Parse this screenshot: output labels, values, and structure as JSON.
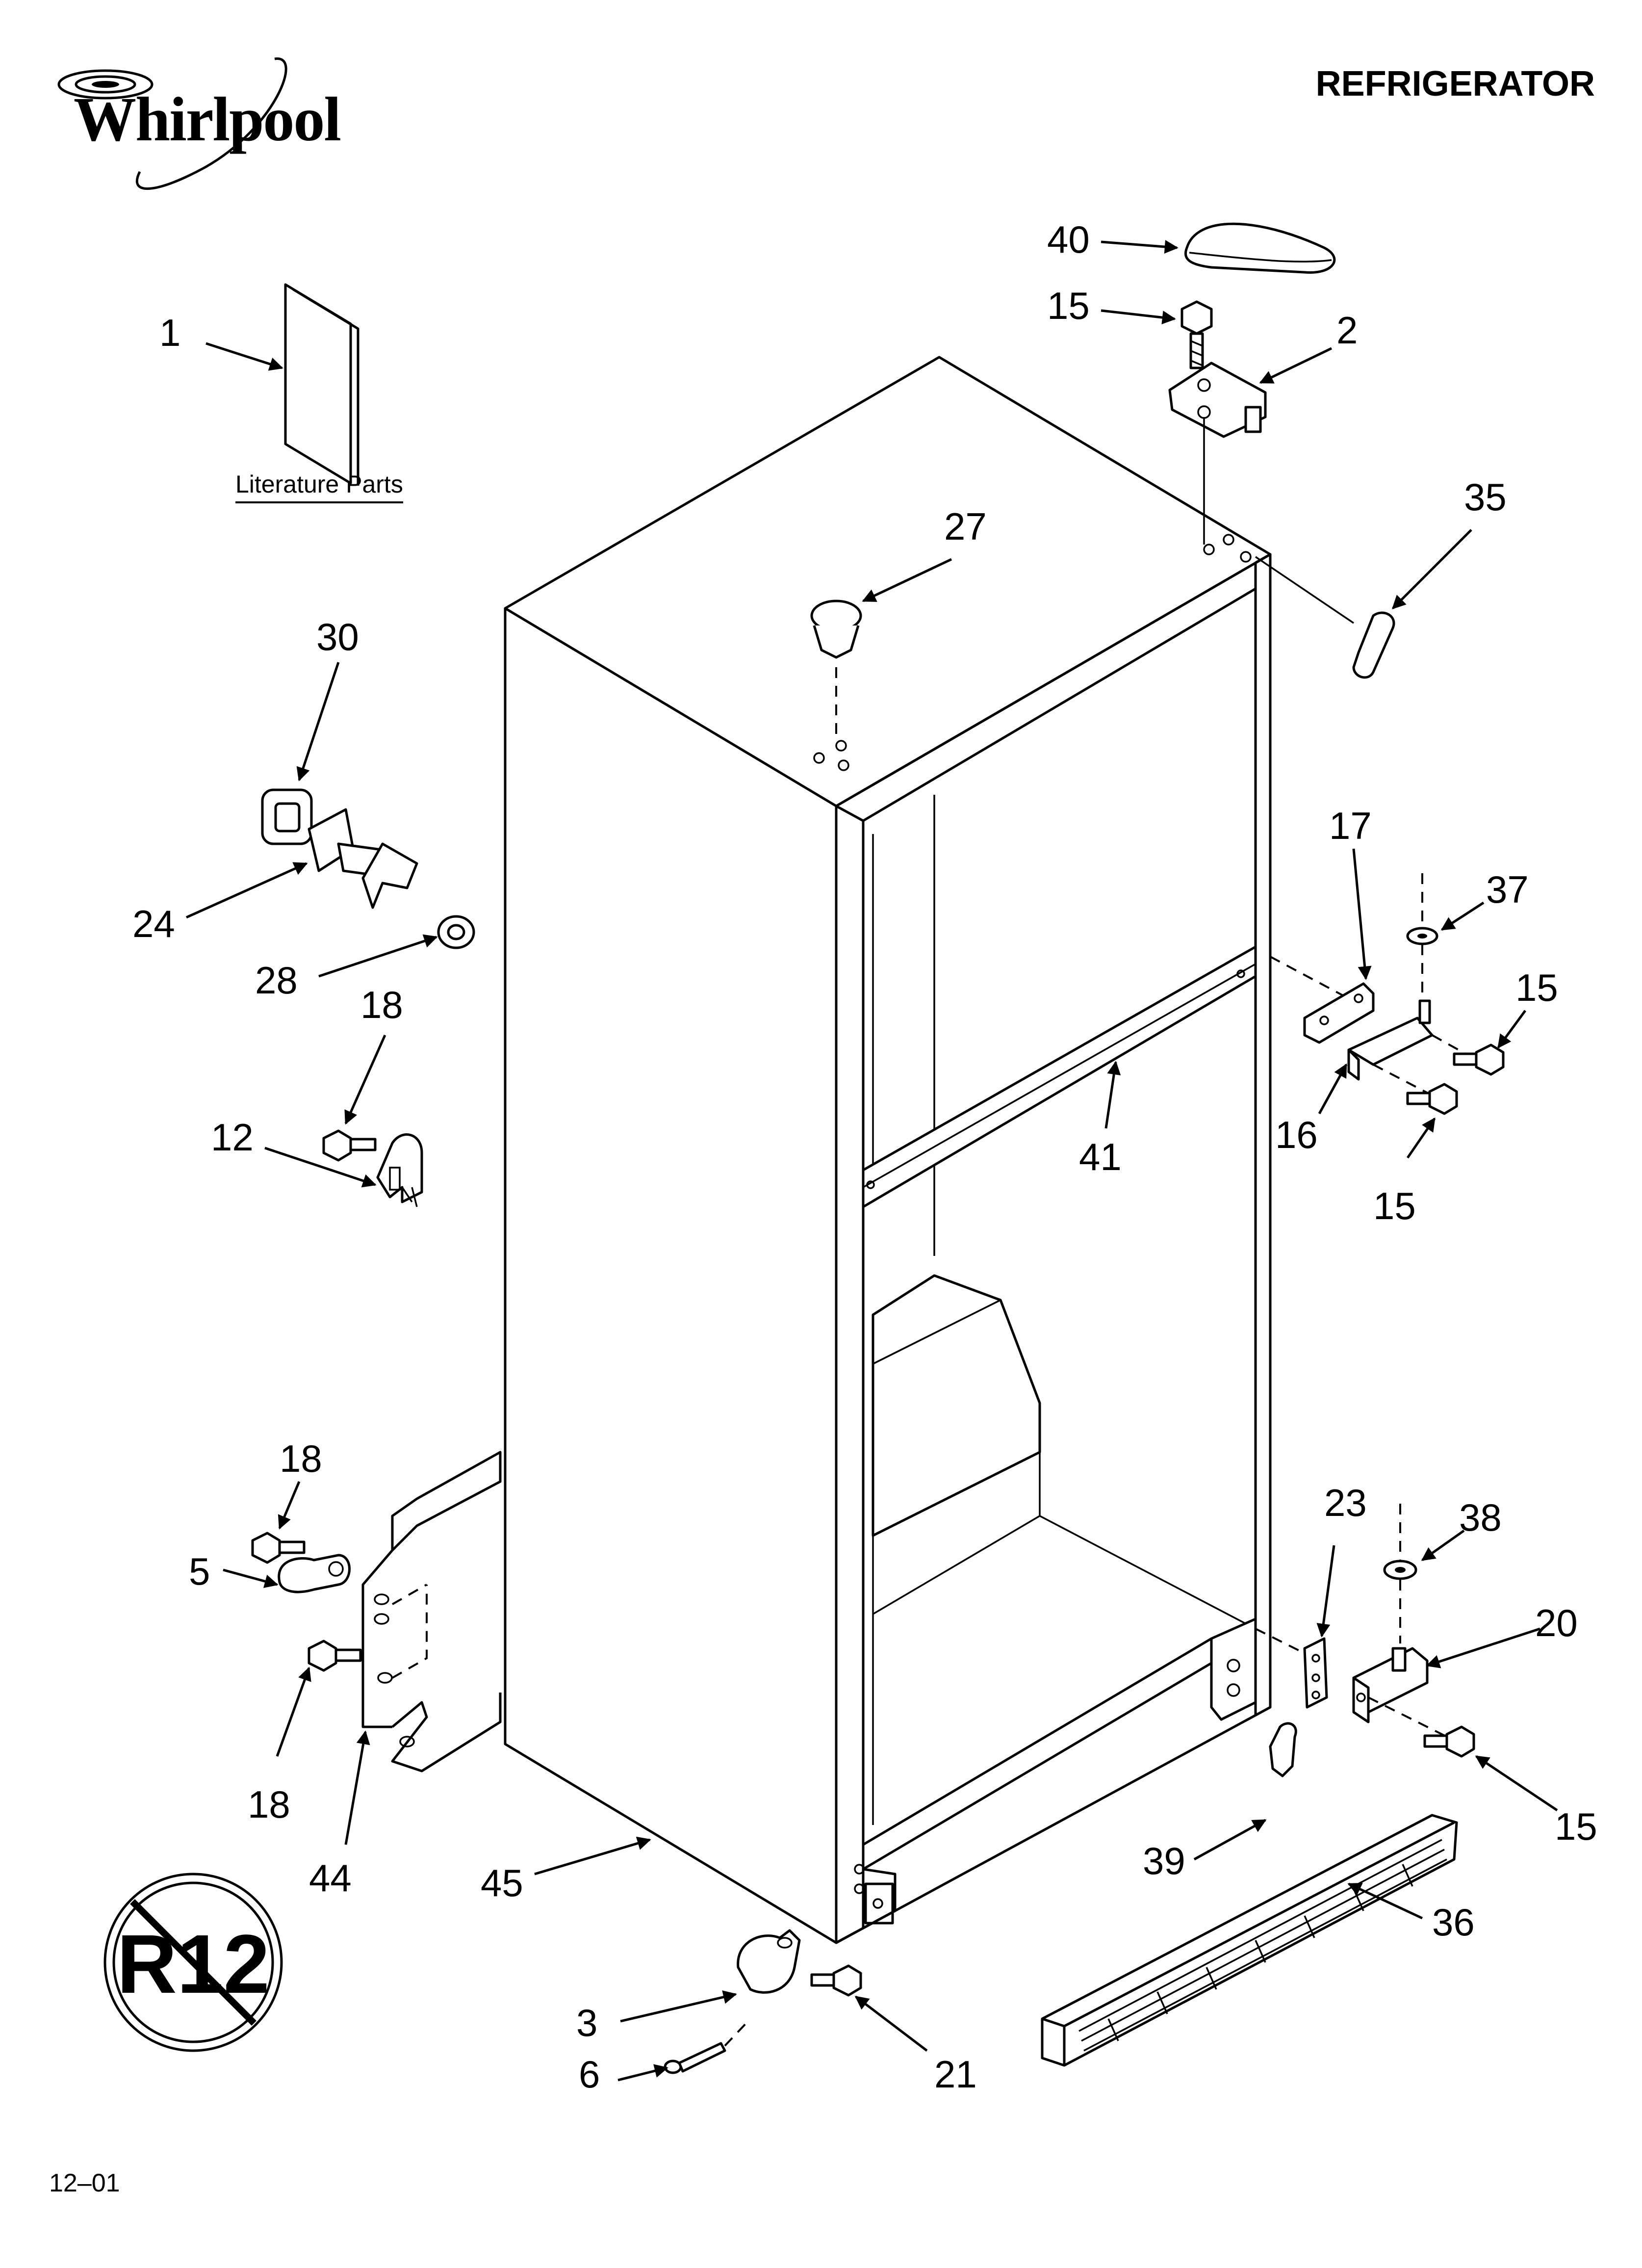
{
  "header": {
    "brand": "Whirlpool",
    "title": "REFRIGERATOR"
  },
  "literature_label": "Literature Parts",
  "r12_badge": "R12",
  "footer": {
    "date_code": "12–01"
  },
  "callouts": [
    {
      "id": "c40",
      "label": "40"
    },
    {
      "id": "c15a",
      "label": "15"
    },
    {
      "id": "c2",
      "label": "2"
    },
    {
      "id": "c1",
      "label": "1"
    },
    {
      "id": "c35",
      "label": "35"
    },
    {
      "id": "c27",
      "label": "27"
    },
    {
      "id": "c30",
      "label": "30"
    },
    {
      "id": "c24",
      "label": "24"
    },
    {
      "id": "c28",
      "label": "28"
    },
    {
      "id": "c18a",
      "label": "18"
    },
    {
      "id": "c12",
      "label": "12"
    },
    {
      "id": "c17",
      "label": "17"
    },
    {
      "id": "c37",
      "label": "37"
    },
    {
      "id": "c15b",
      "label": "15"
    },
    {
      "id": "c16",
      "label": "16"
    },
    {
      "id": "c15c",
      "label": "15"
    },
    {
      "id": "c41",
      "label": "41"
    },
    {
      "id": "c18b",
      "label": "18"
    },
    {
      "id": "c5",
      "label": "5"
    },
    {
      "id": "c18c",
      "label": "18"
    },
    {
      "id": "c44",
      "label": "44"
    },
    {
      "id": "c45",
      "label": "45"
    },
    {
      "id": "c23",
      "label": "23"
    },
    {
      "id": "c38",
      "label": "38"
    },
    {
      "id": "c20",
      "label": "20"
    },
    {
      "id": "c15d",
      "label": "15"
    },
    {
      "id": "c39",
      "label": "39"
    },
    {
      "id": "c36",
      "label": "36"
    },
    {
      "id": "c3",
      "label": "3"
    },
    {
      "id": "c6",
      "label": "6"
    },
    {
      "id": "c21",
      "label": "21"
    }
  ]
}
